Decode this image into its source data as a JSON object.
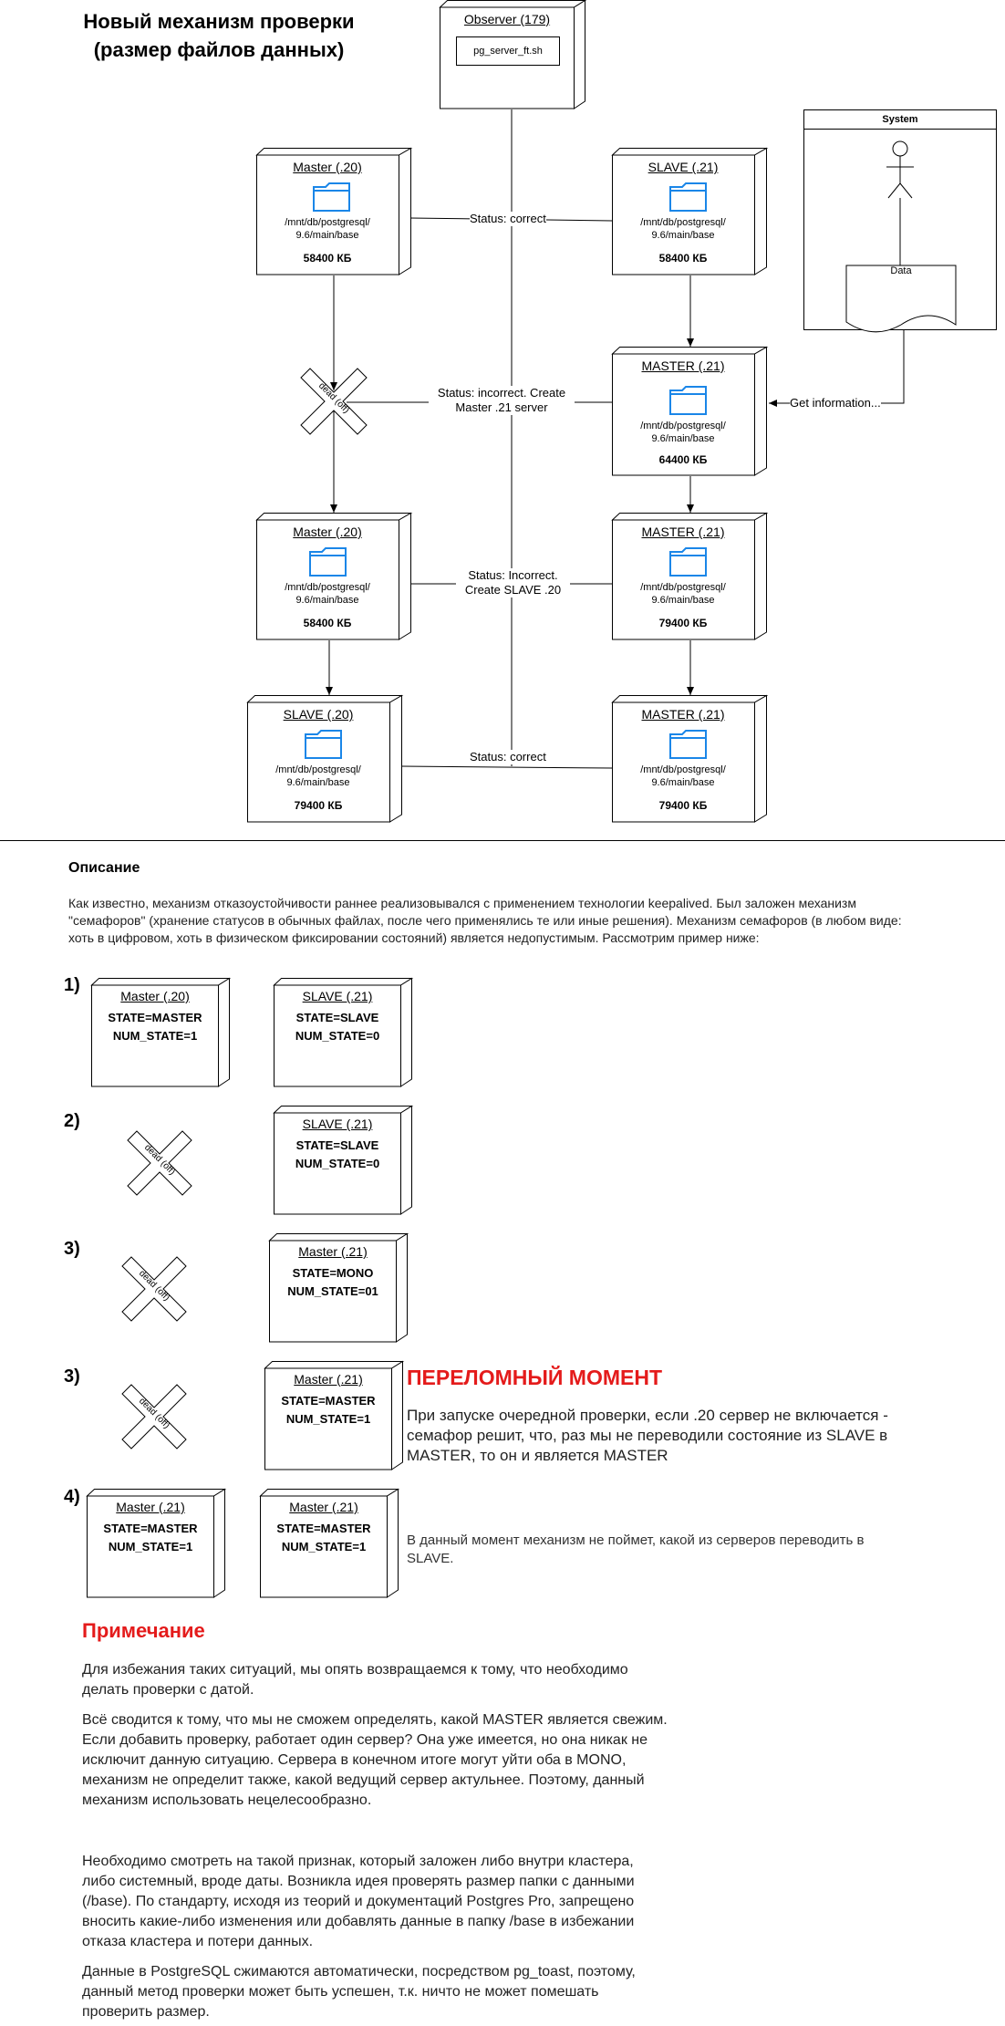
{
  "title": "Новый механизм проверки (размер файлов данных)",
  "observer": {
    "label": "Observer (179)",
    "script": "pg_server_ft.sh"
  },
  "system": {
    "title": "System",
    "data_label": "Data"
  },
  "path_text": "/mnt/db/postgresql/ 9.6/main/base",
  "nodes": {
    "r1_left": {
      "label": "Master (.20)",
      "size": "58400 КБ"
    },
    "r1_right": {
      "label": "SLAVE (.21)",
      "size": "58400 КБ"
    },
    "r2_right": {
      "label": "MASTER (.21)",
      "size": "64400 КБ"
    },
    "r3_left": {
      "label": "Master (.20)",
      "size": "58400 КБ"
    },
    "r3_right": {
      "label": "MASTER (.21)",
      "size": "79400 КБ"
    },
    "r4_left": {
      "label": "SLAVE (.20)",
      "size": "79400 КБ"
    },
    "r4_right": {
      "label": "MASTER (.21)",
      "size": "79400 КБ"
    }
  },
  "dead_label": "dead (off)",
  "edges": {
    "status_correct_1": "Status: correct",
    "status_incorrect_1": "Status: incorrect. Create Master .21 server",
    "status_incorrect_2": "Status: Incorrect. Create SLAVE .20",
    "status_correct_2": "Status: correct",
    "get_information": "Get information..."
  },
  "description": {
    "heading": "Описание",
    "text": "Как известно, механизм отказоустойчивости раннее реализовывался с применением технологии keepalived. Был заложен механизм \"семафоров\" (хранение статусов в обычных файлах, после чего применялись те или иные решения). Механизм семафоров (в любом виде: хоть в цифровом, хоть в физическом фиксировании состояний) является недопустимым. Рассмотрим пример ниже:"
  },
  "steps": [
    {
      "num": "1)",
      "left": {
        "label": "Master (.20)",
        "state": "STATE=MASTER",
        "num_state": "NUM_STATE=1"
      },
      "right": {
        "label": "SLAVE (.21)",
        "state": "STATE=SLAVE",
        "num_state": "NUM_STATE=0"
      }
    },
    {
      "num": "2)",
      "right": {
        "label": "SLAVE (.21)",
        "state": "STATE=SLAVE",
        "num_state": "NUM_STATE=0"
      }
    },
    {
      "num": "3)",
      "right": {
        "label": "Master (.21)",
        "state": "STATE=MONO",
        "num_state": "NUM_STATE=01"
      }
    },
    {
      "num": "3)",
      "right": {
        "label": "Master (.21)",
        "state": "STATE=MASTER",
        "num_state": "NUM_STATE=1"
      }
    },
    {
      "num": "4)",
      "left": {
        "label": "Master (.21)",
        "state": "STATE=MASTER",
        "num_state": "NUM_STATE=1"
      },
      "right": {
        "label": "Master (.21)",
        "state": "STATE=MASTER",
        "num_state": "NUM_STATE=1"
      }
    }
  ],
  "turning_point": {
    "heading": "ПЕРЕЛОМНЫЙ МОМЕНТ",
    "text": "При запуске очередной проверки, если .20 сервер не включается - семафор решит, что, раз мы не переводили состояние из SLAVE в MASTER, то он и является MASTER"
  },
  "step4_text": "В данный момент механизм не поймет, какой из серверов переводить в SLAVE.",
  "note": {
    "heading": "Примечание",
    "p1": "Для избежания таких ситуаций, мы опять возвращаемся к тому, что необходимо делать проверки с датой.",
    "p2": "Всё сводится к тому, что мы не сможем определять, какой MASTER является свежим. Если добавить проверку, работает один сервер? Она уже имеется, но она никак не исключит данную ситуацию. Сервера в конечном итоге могут уйти оба в MONO, механизм не определит также, какой ведущий сервер актульнее.  Поэтому, данный механизм использовать нецелесообразно.",
    "p3": "Необходимо смотреть на такой признак, который заложен либо внутри кластера, либо системный, вроде даты. Возникла идея проверять размер папки с данными (/base). По стандарту, исходя из теорий и документаций Postgres Pro, запрещено вносить какие-либо изменения или добавлять данные в папку /base в избежании отказа кластера и потери данных.",
    "p4": "Данные в PostgreSQL сжимаются автоматически, посредством pg_toast, поэтому, данный метод проверки может быть успешен, т.к. ничто не может помешать проверить размер."
  }
}
